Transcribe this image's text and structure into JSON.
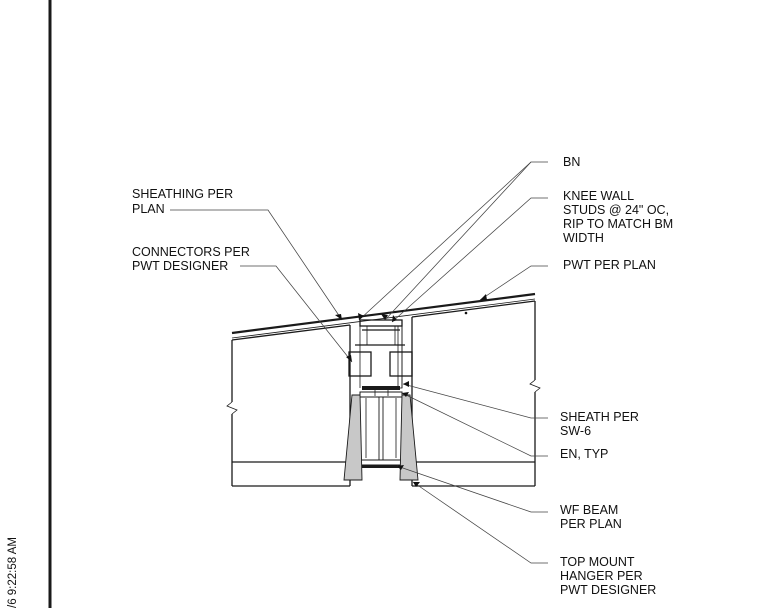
{
  "timestamp": "/6 9:22:58 AM",
  "callouts": {
    "bn": "BN",
    "knee_wall": [
      "KNEE WALL",
      "STUDS @ 24\" OC,",
      "RIP TO MATCH BM",
      "WIDTH"
    ],
    "pwt": "PWT PER PLAN",
    "sheathing": [
      "SHEATHING PER",
      "PLAN"
    ],
    "connectors": [
      "CONNECTORS PER",
      "PWT DESIGNER"
    ],
    "sheath_sw": [
      "SHEATH PER",
      "SW-6"
    ],
    "en": "EN, TYP",
    "wf_beam": [
      "WF BEAM",
      "PER PLAN"
    ],
    "hanger": [
      "TOP MOUNT",
      "HANGER PER",
      "PWT DESIGNER"
    ]
  }
}
